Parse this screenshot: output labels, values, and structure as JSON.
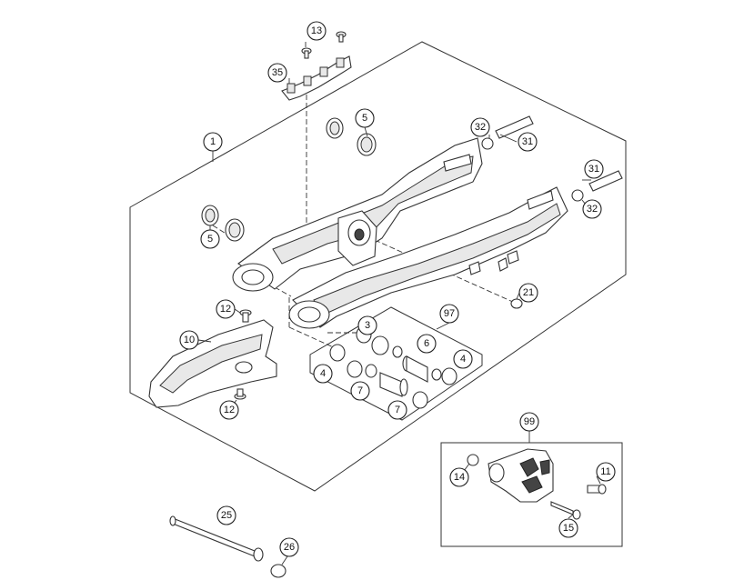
{
  "callouts": {
    "c13": "13",
    "c35": "35",
    "c5_top": "5",
    "c1": "1",
    "c32_top": "32",
    "c31_top": "31",
    "c31_right": "31",
    "c32_right": "32",
    "c5_left": "5",
    "c21": "21",
    "c12_top": "12",
    "c97": "97",
    "c10": "10",
    "c3": "3",
    "c6": "6",
    "c4_left": "4",
    "c4_right": "4",
    "c7_left": "7",
    "c7_right": "7",
    "c12_bottom": "12",
    "c99": "99",
    "c14": "14",
    "c11": "11",
    "c15": "15",
    "c25": "25",
    "c26": "26"
  }
}
